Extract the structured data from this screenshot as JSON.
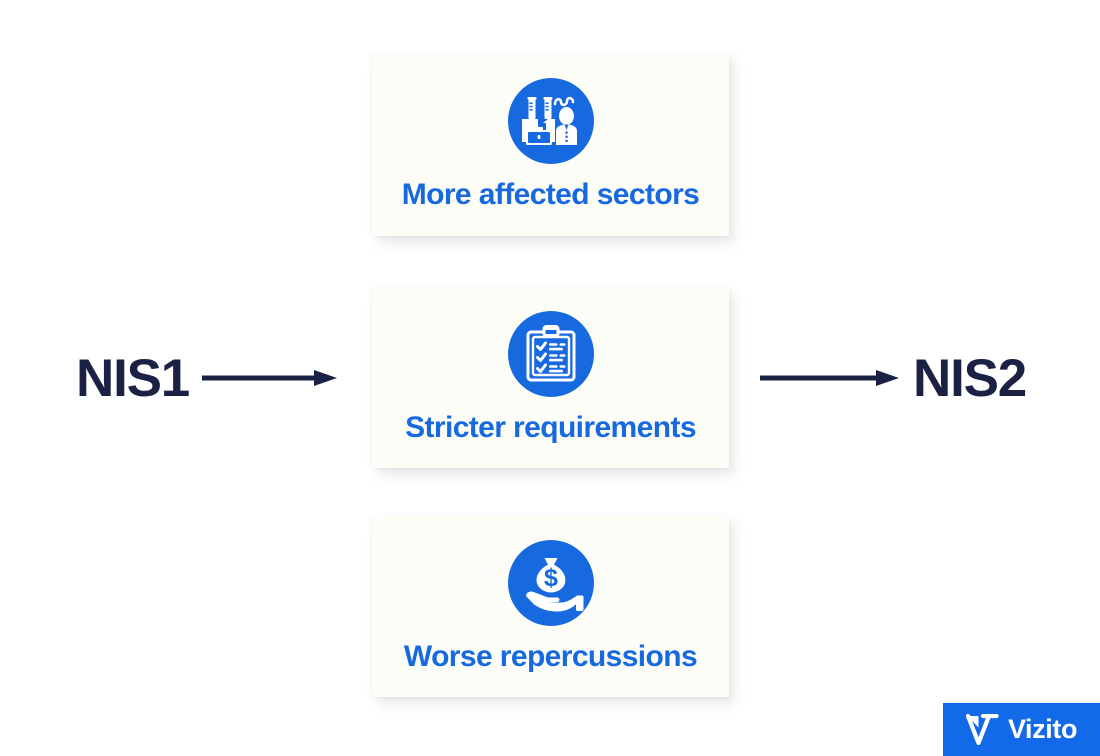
{
  "background_color": "#ffffff",
  "accent_blue": "#1769e0",
  "navy": "#1b2144",
  "card_background": "#fdfdf7",
  "diagram": {
    "start_label": "NIS1",
    "end_label": "NIS2",
    "arrow_left_name": "arrow-right-icon",
    "arrow_right_name": "arrow-right-icon",
    "cards": [
      {
        "label": "More affected sectors",
        "icon": "factory-worker-icon",
        "icon_color": "#1769e0"
      },
      {
        "label": "Stricter requirements",
        "icon": "clipboard-checklist-icon",
        "icon_color": "#1769e0"
      },
      {
        "label": "Worse repercussions",
        "icon": "hand-holding-money-bag-icon",
        "icon_color": "#1769e0"
      }
    ]
  },
  "brand": {
    "name": "Vizito",
    "mark": "vizito-checkmark-logo-icon",
    "badge_color": "#126ae8",
    "text_color": "#ffffff"
  }
}
